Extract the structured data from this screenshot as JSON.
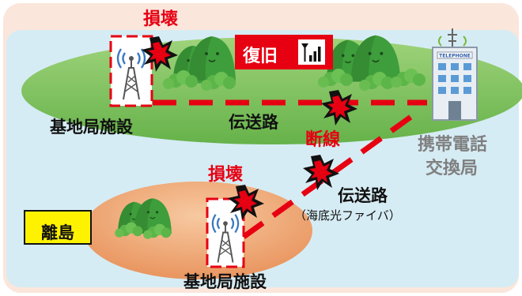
{
  "labels": {
    "damage_top": "損壊",
    "damage_bottom": "損壊",
    "restored": "復旧",
    "base_station_top": "基地局施設",
    "base_station_bottom": "基地局施設",
    "transmission_top": "伝送路",
    "transmission_bottom": "伝送路",
    "transmission_bottom_note": "（海底光ファイバ）",
    "cut": "断線",
    "exchange_line1": "携帯電話",
    "exchange_line2": "交換局",
    "island": "離島",
    "building_sign": "TELEPHONE"
  },
  "colors": {
    "red": "#e60012",
    "background": "#ffffff",
    "frame": "#fbe6dc",
    "sea": "#d6ecf4",
    "island_land": "#f3b98a",
    "grass": "#7bc25a",
    "hill": "#3d9d3a",
    "island_tag": "#fff200",
    "exchange_text": "#7f7f7f"
  },
  "icons": [
    "antenna-tower-icon",
    "explosion-icon",
    "signal-bars-icon",
    "telephone-building-icon",
    "hill-icon",
    "bush-icon"
  ]
}
